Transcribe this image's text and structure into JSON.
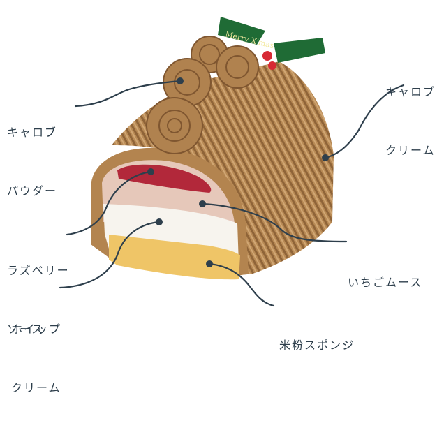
{
  "plaque": {
    "text": "Merry X'mas"
  },
  "labels": {
    "carob_powder": [
      "キャロブ",
      "パウダー"
    ],
    "carob_cream": [
      "キャロブ",
      "クリーム"
    ],
    "raspberry_sauce": [
      "ラズベリー",
      "ソース"
    ],
    "whipped_cream": [
      "ホイップ",
      "クリーム"
    ],
    "strawberry_mousse": "いちごムース",
    "rice_flour_sponge": "米粉スポンジ"
  },
  "colors": {
    "cream": "#b88a55",
    "cream_dark": "#8a6035",
    "mousse": "#e9cdbf",
    "raspberry": "#b2283a",
    "whipped": "#f7f4ee",
    "sponge": "#efc567",
    "leaf": "#1f6b35",
    "berry": "#d72a35",
    "line": "#2e3f4c"
  }
}
